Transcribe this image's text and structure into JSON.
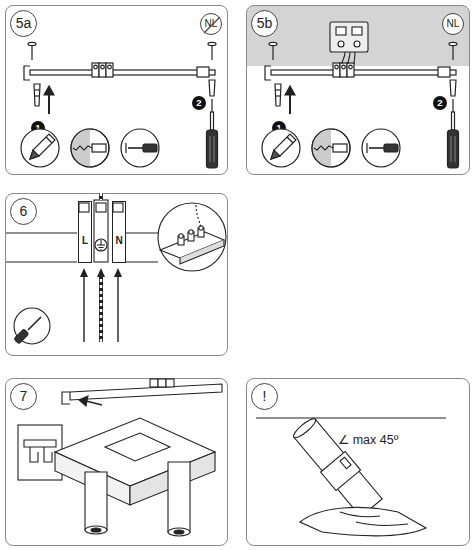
{
  "diagram": {
    "nodes": [
      {
        "text": [
          "5a"
        ]
      },
      {
        "text": [
          "NL"
        ],
        "in": 0
      },
      {
        "text": [
          "1"
        ],
        "in": 0
      },
      {
        "text": [
          "2"
        ],
        "in": 0
      },
      {
        "text": [
          "5b"
        ]
      },
      {
        "text": [
          "NL"
        ],
        "in": 4
      },
      {
        "text": [
          "1"
        ],
        "in": 4
      },
      {
        "text": [
          "2"
        ],
        "in": 4
      },
      {
        "text": [
          "6"
        ]
      },
      {
        "text": [
          "L"
        ],
        "in": 8
      },
      {
        "text": [
          "N"
        ],
        "in": 8
      },
      {
        "text": [
          "7"
        ]
      },
      {
        "text": [
          "!"
        ]
      }
    ],
    "labels": [
      "∠ max 45º"
    ]
  }
}
